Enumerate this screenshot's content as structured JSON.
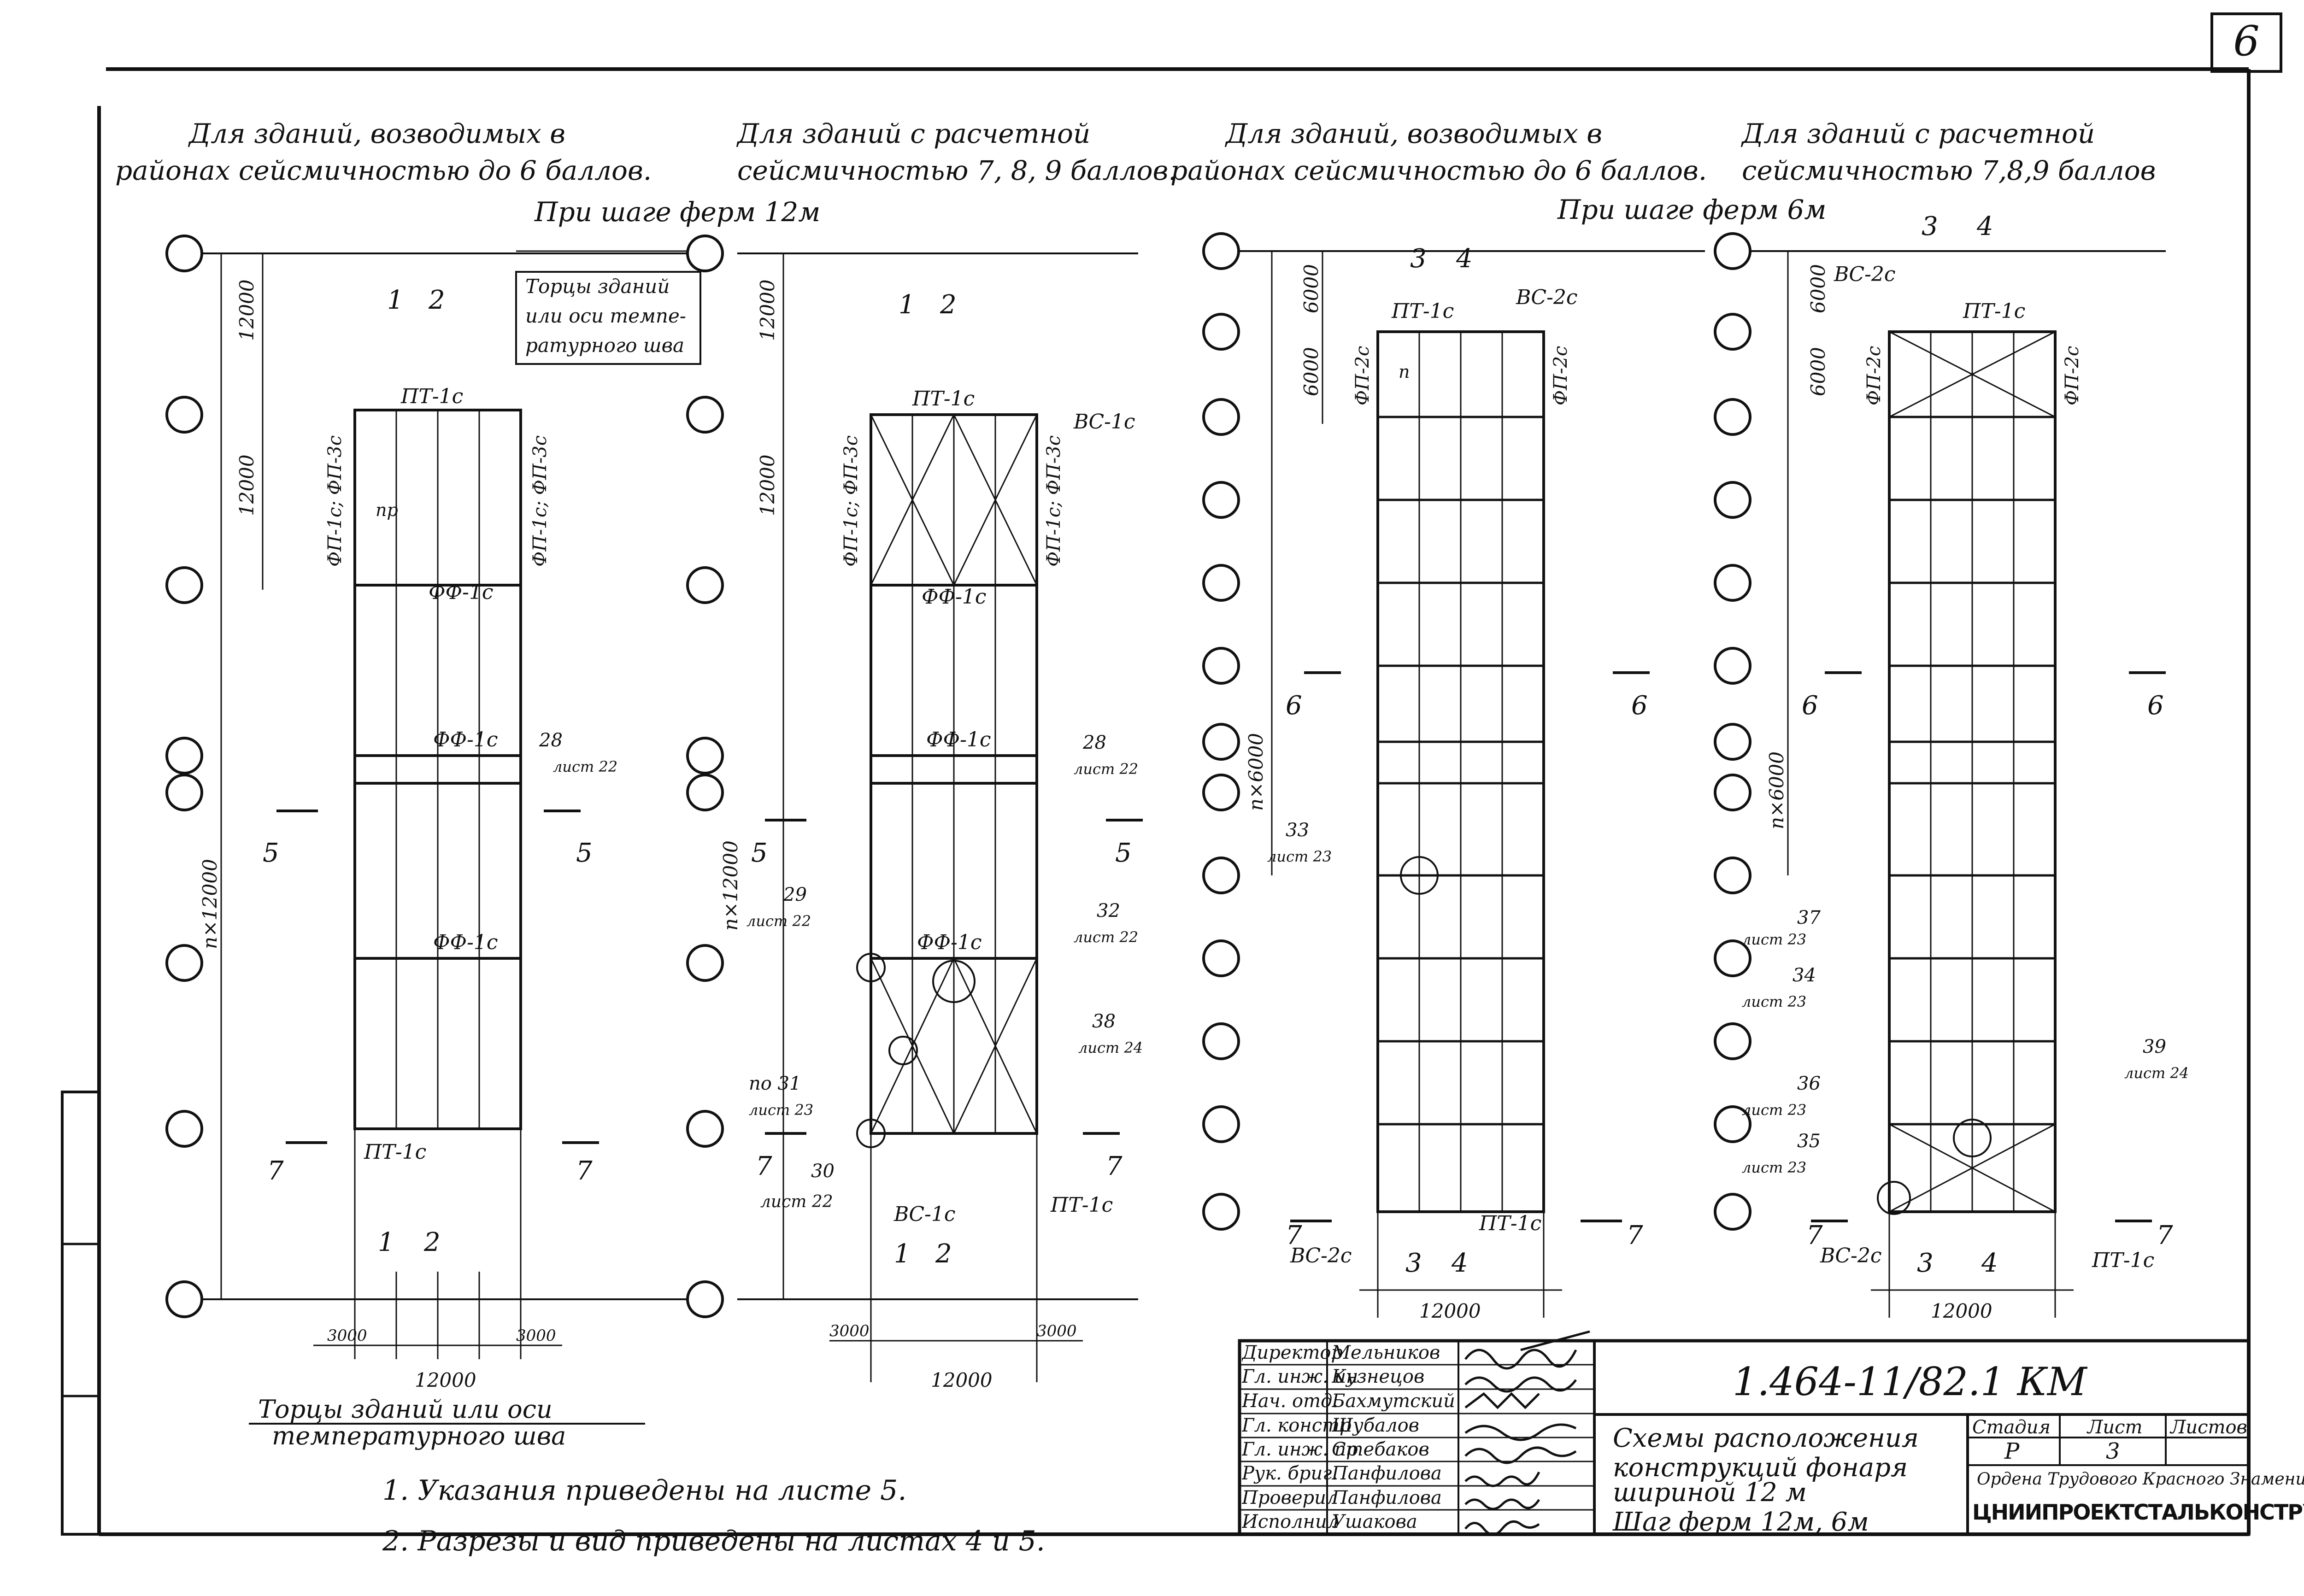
{
  "page_no": "6",
  "headers": [
    {
      "l1": "Для зданий, возводимых в",
      "l2": "районах сейсмичностью до 6 баллов."
    },
    {
      "l1": "Для зданий с расчетной",
      "l2": "сейсмичностью 7, 8, 9 баллов."
    },
    {
      "l1": "Для зданий, возводимых в",
      "l2": "районах сейсмичностью до 6 баллов."
    },
    {
      "l1": "Для зданий с расчетной",
      "l2": "сейсмичностью 7,8,9 баллов"
    }
  ],
  "step_labels": [
    "При шаге ферм 12м",
    "При шаге ферм 6м"
  ],
  "end_note": {
    "l1": "Торцы зданий",
    "l2": "или оси темпе-",
    "l3": "ратурного шва"
  },
  "bottom_note": {
    "l1": "Торцы зданий или оси",
    "l2": "температурного шва"
  },
  "notes": [
    "1. Указания приведены на листе 5.",
    "2. Разрезы и вид приведены на листах 4 и 5."
  ],
  "dims": {
    "d12000": "12000",
    "d6000": "6000",
    "d3000": "3000",
    "n12000": "п×12000",
    "n6000": "п×6000"
  },
  "marks": {
    "pt": "ПТ-1с",
    "fp13": "ФП-1с; ФП-3с",
    "fp2": "ФП-2с",
    "ff": "ФФ-1с",
    "vs1": "ВС-1с",
    "vs2": "ВС-2с",
    "pr": "пр",
    "p": "п",
    "n1": "1",
    "n2": "2",
    "n3": "3",
    "n4": "4",
    "n5": "5",
    "n6": "6",
    "n7": "7"
  },
  "refs": [
    {
      "n": "28",
      "s": "лист 22"
    },
    {
      "n": "29",
      "s": "лист 22"
    },
    {
      "n": "30",
      "s": "лист 22"
    },
    {
      "n": "по 31",
      "s": "лист 23"
    },
    {
      "n": "32",
      "s": "лист 22"
    },
    {
      "n": "38",
      "s": "лист 24"
    },
    {
      "n": "33",
      "s": "лист 23"
    },
    {
      "n": "37",
      "s": "лист 23"
    },
    {
      "n": "34",
      "s": "лист 23"
    },
    {
      "n": "36",
      "s": "лист 23"
    },
    {
      "n": "35",
      "s": "лист 23"
    },
    {
      "n": "39",
      "s": "лист 24"
    }
  ],
  "title_block": {
    "roles": [
      "Директор",
      "Гл. инж. ин",
      "Нач. отд.",
      "Гл. констр",
      "Гл. инж. пр",
      "Рук. бриг.",
      "Проверил",
      "Исполнил"
    ],
    "names": [
      "Мельников",
      "Кузнецов",
      "Бахмутский",
      "Шубалов",
      "Стебаков",
      "Панфилова",
      "Панфилова",
      "Ушакова"
    ],
    "code": "1.464-11/82.1 КМ",
    "title": [
      "Схемы расположения",
      "конструкций фонаря",
      "шириной 12 м",
      "Шаг ферм 12м, 6м"
    ],
    "h_stage": "Стадия",
    "h_sheet": "Лист",
    "h_sheets": "Листов",
    "v_stage": "Р",
    "v_sheet": "3",
    "org1": "Ордена Трудового Красного Знамени",
    "org2": "ЦНИИПРОЕКТСТАЛЬКОНСТРУКЦИЯ"
  }
}
